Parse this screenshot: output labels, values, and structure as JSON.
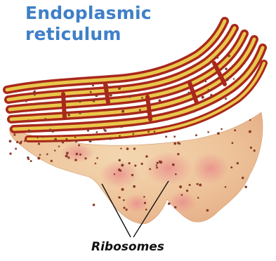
{
  "diagram": {
    "title_line1": "Endoplasmic",
    "title_line2": "reticulum",
    "label_ribosomes": "Ribosomes"
  },
  "colors": {
    "title": "#3f7fc8",
    "membrane": "#a8281c",
    "lumen": "#e9c64a",
    "cytosol": "#efc9a0",
    "ribosome": "#8a3a2a"
  }
}
